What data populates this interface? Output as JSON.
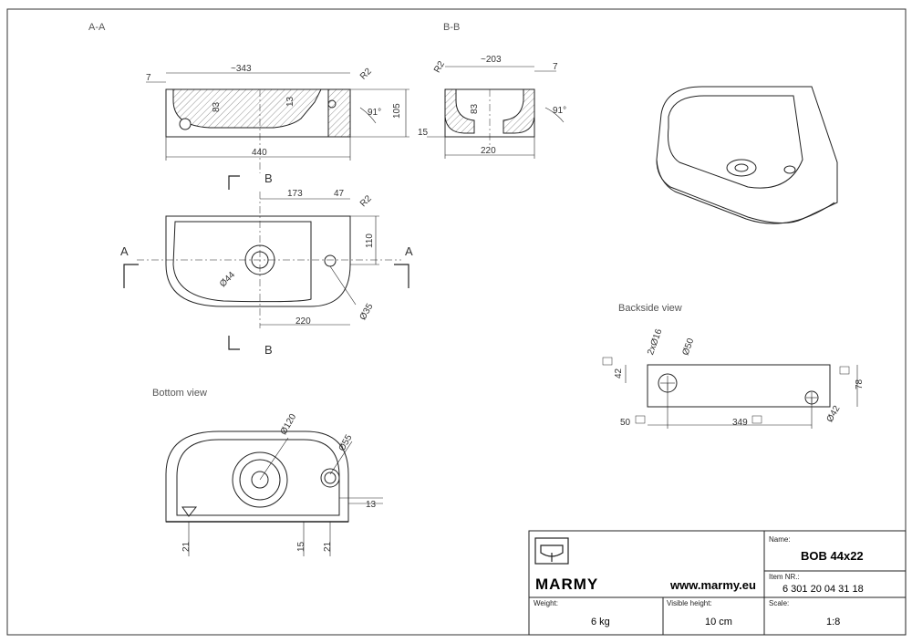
{
  "views": {
    "section_aa": "A-A",
    "section_bb": "B-B",
    "bottom": "Bottom view",
    "backside": "Backside view"
  },
  "markers": {
    "a": "A",
    "b": "B"
  },
  "dims_aa": {
    "top_overall": "~343",
    "top_left": "7",
    "radius": "R2",
    "angle": "91°",
    "depth_inner": "83",
    "wall": "13",
    "height": "105",
    "length": "440"
  },
  "dims_bb": {
    "radius": "R2",
    "top": "~203",
    "top_right": "7",
    "depth_inner": "83",
    "angle": "91°",
    "offset": "15",
    "width": "220"
  },
  "dims_plan": {
    "to_hole": "173",
    "hole_offset": "47",
    "radius": "R2",
    "depth": "110",
    "drain_dia": "Ø44",
    "tap_dia": "Ø35",
    "width": "220"
  },
  "dims_back": {
    "holes": "2xØ16",
    "big_dia": "Ø50",
    "left_h": "42",
    "height": "78",
    "left_off": "50",
    "span": "349",
    "small_dia": "Ø42"
  },
  "dims_bottom": {
    "ring_dia": "Ø120",
    "small_dia": "Ø55",
    "side": "13",
    "foot_l": "21",
    "foot_m": "15",
    "foot_r": "21"
  },
  "title_block": {
    "brand": "MARMY",
    "website": "www.marmy.eu",
    "name_label": "Name:",
    "name_value": "BOB 44x22",
    "item_label": "Item NR.:",
    "item_value": "6 301 20 04 31 18",
    "weight_label": "Weight:",
    "weight_value": "6 kg",
    "height_label": "Visible height:",
    "height_value": "10 cm",
    "scale_label": "Scale:",
    "scale_value": "1:8"
  },
  "icons": {
    "logo": "basin-logo-icon"
  }
}
